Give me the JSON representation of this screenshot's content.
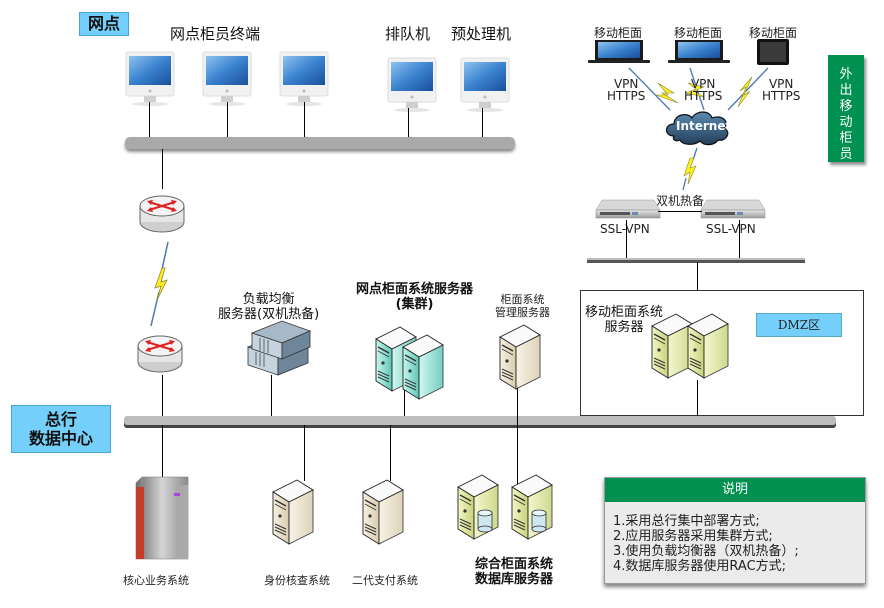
{
  "zones": {
    "branch": "网点",
    "head_office": [
      "总行",
      "数据中心"
    ],
    "dmz": "DMZ区",
    "mobile_staff": "外出移动柜员"
  },
  "branch": {
    "teller_terminals_label": "网点柜员终端",
    "queue_machine_label": "排队机",
    "preprocessor_label": "预处理机"
  },
  "mobile": {
    "devices": [
      {
        "label": "移动柜面",
        "type": "laptop"
      },
      {
        "label": "移动柜面",
        "type": "laptop"
      },
      {
        "label": "移动柜面",
        "type": "tablet"
      }
    ],
    "link_labels": [
      [
        "VPN",
        "HTTPS"
      ],
      [
        "VPN",
        "HTTPS"
      ],
      [
        "VPN",
        "HTTPS"
      ]
    ],
    "cloud_label": "Internet",
    "hot_standby_label": "双机热备",
    "ssl_vpn": [
      "SSL-VPN",
      "SSL-VPN"
    ]
  },
  "servers": {
    "load_balancer": [
      "负载均衡",
      "服务器(双机热备)"
    ],
    "branch_counter_cluster": [
      "网点柜面系统服务器",
      "(集群)"
    ],
    "counter_mgmt": [
      "柜面系统",
      "管理服务器"
    ],
    "mobile_counter": [
      "移动柜面系统",
      "服务器"
    ],
    "core_business": "核心业务系统",
    "identity_check": "身份核查系统",
    "cnaps2": "二代支付系统",
    "db_server": [
      "综合柜面系统",
      "数据库服务器"
    ]
  },
  "notes": {
    "title": "说明",
    "items": [
      "1.采用总行集中部署方式;",
      "2.应用服务器采用集群方式;",
      "3.使用负载均衡器（双机热备）;",
      "4.数据库服务器使用RAC方式;"
    ]
  },
  "colors": {
    "zone_blue": "#74d0fb",
    "green_header": "#009150",
    "bus_gray": "#a9a9a9",
    "lightning_yellow": "#ffee22"
  }
}
